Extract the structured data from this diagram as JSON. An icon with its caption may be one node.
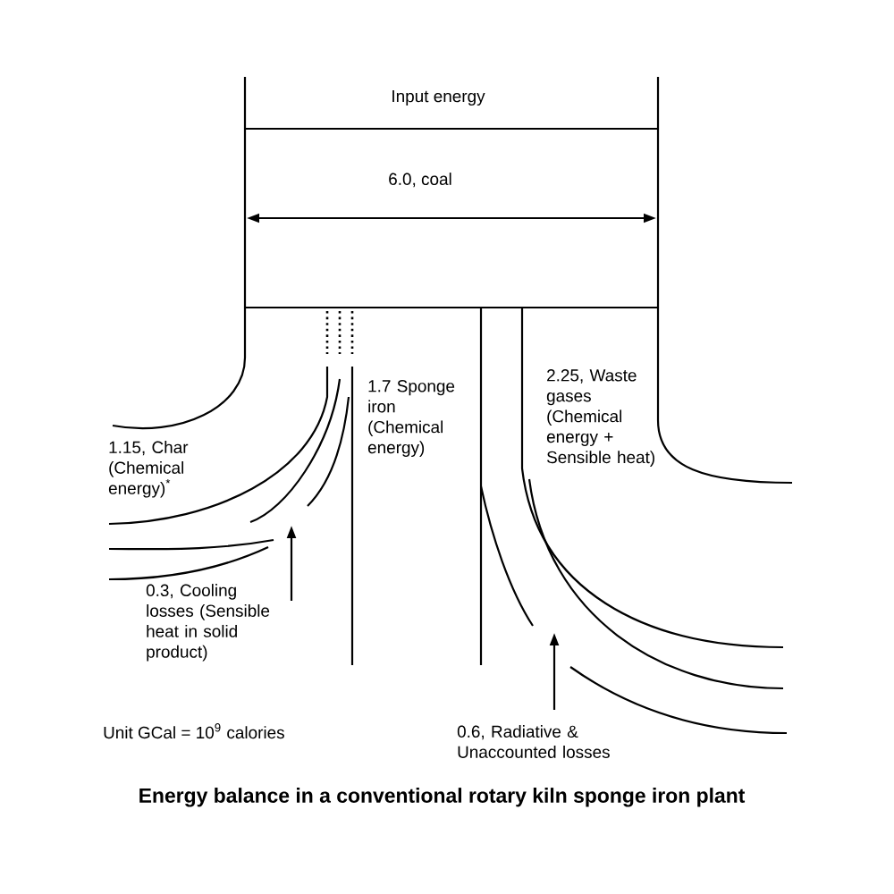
{
  "diagram": {
    "caption": "Energy balance in a conventional rotary kiln sponge iron plant",
    "labels": [
      "Input energy",
      "6.0, coal",
      "1.15, Char (Chemical energy)$^{*}$",
      "1.7 Sponge iron (Chemical energy)",
      "2.25, Waste gases (Chemical energy + Sensible heat)",
      "0.3, Cooling losses (Sensible heat in solid product)",
      "Unit GCal = 10$^{9}$ calories",
      "0.6, Radiative & Unaccounted losses"
    ]
  }
}
